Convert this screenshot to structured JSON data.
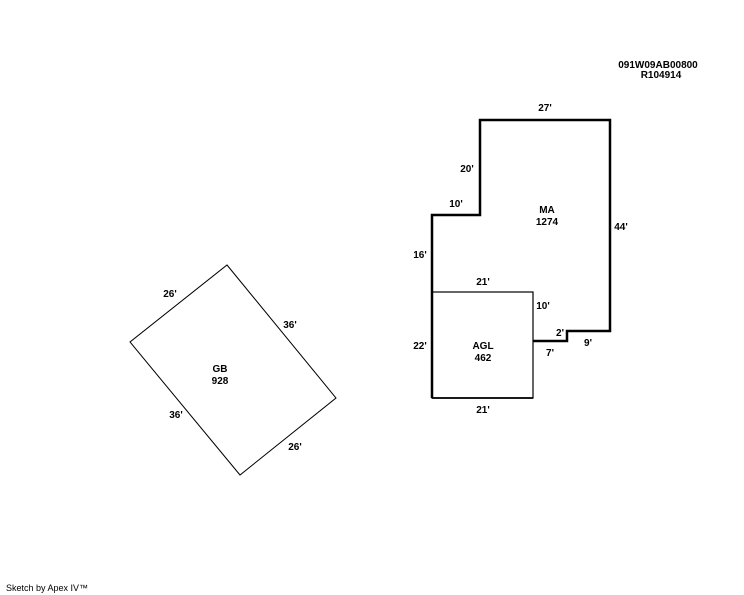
{
  "header": {
    "parcel_id": "091W09AB00800",
    "record_id": "R104914"
  },
  "footer": {
    "credit": "Sketch by Apex IV™"
  },
  "areas": [
    {
      "name": "GB",
      "value": "928",
      "dimensions": [
        "26'",
        "36'",
        "26'",
        "36'"
      ]
    },
    {
      "name": "MA",
      "value": "1274",
      "dimensions": [
        "27'",
        "44'",
        "9'",
        "2'",
        "10'",
        "16'",
        "10'",
        "20'"
      ]
    },
    {
      "name": "AGL",
      "value": "462",
      "dimensions": [
        "21'",
        "22'",
        "21'",
        "7'"
      ]
    }
  ]
}
